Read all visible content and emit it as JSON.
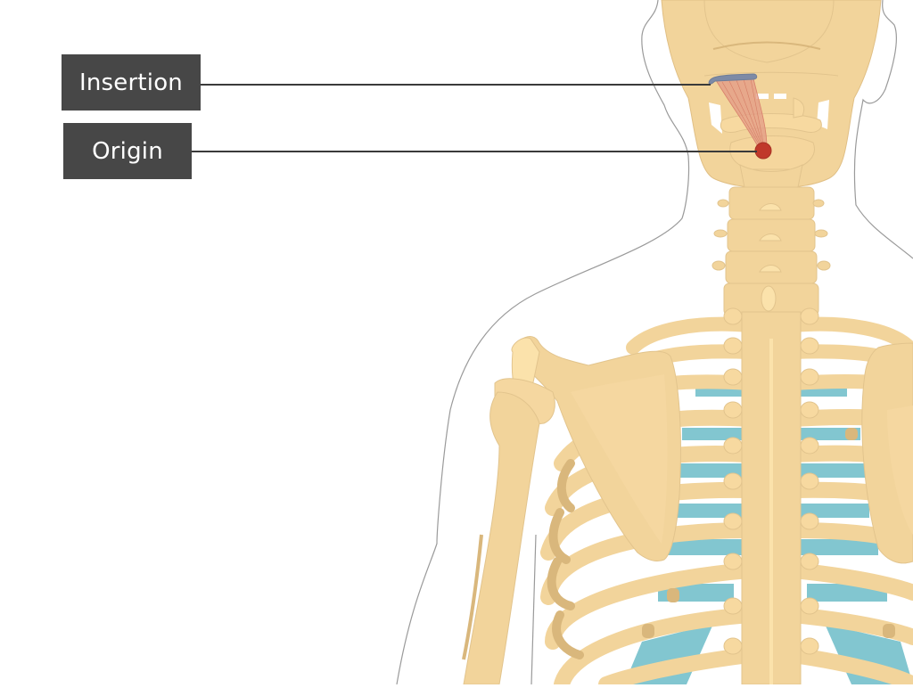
{
  "diagram": {
    "subject": "Posterior view of skull, cervical spine, thoracic spine, ribs, scapulae and humerus with a small suboccipital muscle highlighted",
    "labels": [
      {
        "id": "insertion",
        "text": "Insertion"
      },
      {
        "id": "origin",
        "text": "Origin"
      }
    ],
    "colors": {
      "bone": "#f2d49b",
      "bone_light": "#fbe2ab",
      "bone_shadow": "#d9b77c",
      "cartilage": "#82c6d0",
      "muscle": "#e39a85",
      "origin_marker": "#c0392b",
      "insertion_marker": "#7d8aa6",
      "label_bg": "#474747",
      "label_text": "#ffffff",
      "leader_line": "#3a3a3a",
      "outline": "#9a9a9a"
    }
  }
}
